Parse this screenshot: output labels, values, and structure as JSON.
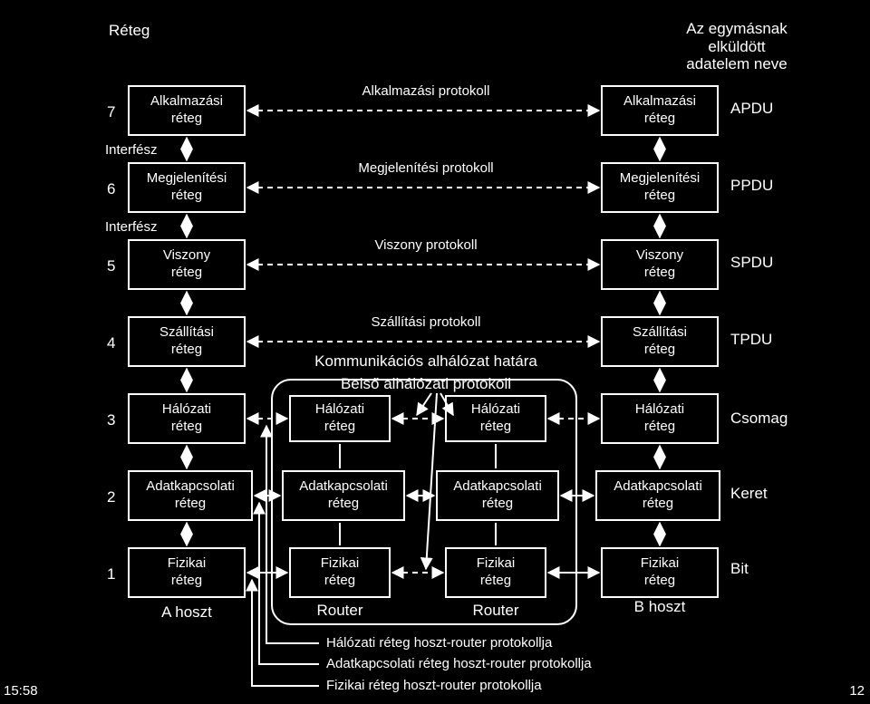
{
  "headers": {
    "left": "Réteg",
    "right_lines": [
      "Az egymásnak",
      "elküldött",
      "adatelem neve"
    ]
  },
  "layer_numbers": [
    "7",
    "6",
    "5",
    "4",
    "3",
    "2",
    "1"
  ],
  "interface_labels": [
    "Interfész",
    "Interfész"
  ],
  "host_a": [
    [
      "Alkalmazási",
      "réteg"
    ],
    [
      "Megjelenítési",
      "réteg"
    ],
    [
      "Viszony",
      "réteg"
    ],
    [
      "Szállítási",
      "réteg"
    ],
    [
      "Hálózati",
      "réteg"
    ],
    [
      "Adatkapcsolati",
      "réteg"
    ],
    [
      "Fizikai",
      "réteg"
    ]
  ],
  "host_b": [
    [
      "Alkalmazási",
      "réteg"
    ],
    [
      "Megjelenítési",
      "réteg"
    ],
    [
      "Viszony",
      "réteg"
    ],
    [
      "Szállítási",
      "réteg"
    ],
    [
      "Hálózati",
      "réteg"
    ],
    [
      "Adatkapcsolati",
      "réteg"
    ],
    [
      "Fizikai",
      "réteg"
    ]
  ],
  "router_1": [
    [
      "Hálózati",
      "réteg"
    ],
    [
      "Adatkapcsolati",
      "réteg"
    ],
    [
      "Fizikai",
      "réteg"
    ]
  ],
  "router_2": [
    [
      "Hálózati",
      "réteg"
    ],
    [
      "Adatkapcsolati",
      "réteg"
    ],
    [
      "Fizikai",
      "réteg"
    ]
  ],
  "protocols": [
    "Alkalmazási protokoll",
    "Megjelenítési protokoll",
    "Viszony protokoll",
    "Szállítási protokoll"
  ],
  "pdu_names": [
    "APDU",
    "PPDU",
    "SPDU",
    "TPDU",
    "Csomag",
    "Keret",
    "Bit"
  ],
  "subnet": {
    "boundary_label": "Kommunikációs alhálózat határa",
    "internal_protocol": "Belső alhálózati protokoll"
  },
  "captions": {
    "host_a": "A hoszt",
    "host_b": "B hoszt",
    "router_left": "Router",
    "router_right": "Router"
  },
  "legend": [
    "Hálózati réteg hoszt-router protokollja",
    "Adatkapcsolati réteg hoszt-router protokollja",
    "Fizikai réteg hoszt-router protokollja"
  ],
  "footer": {
    "time": "15:58",
    "page": "12"
  }
}
